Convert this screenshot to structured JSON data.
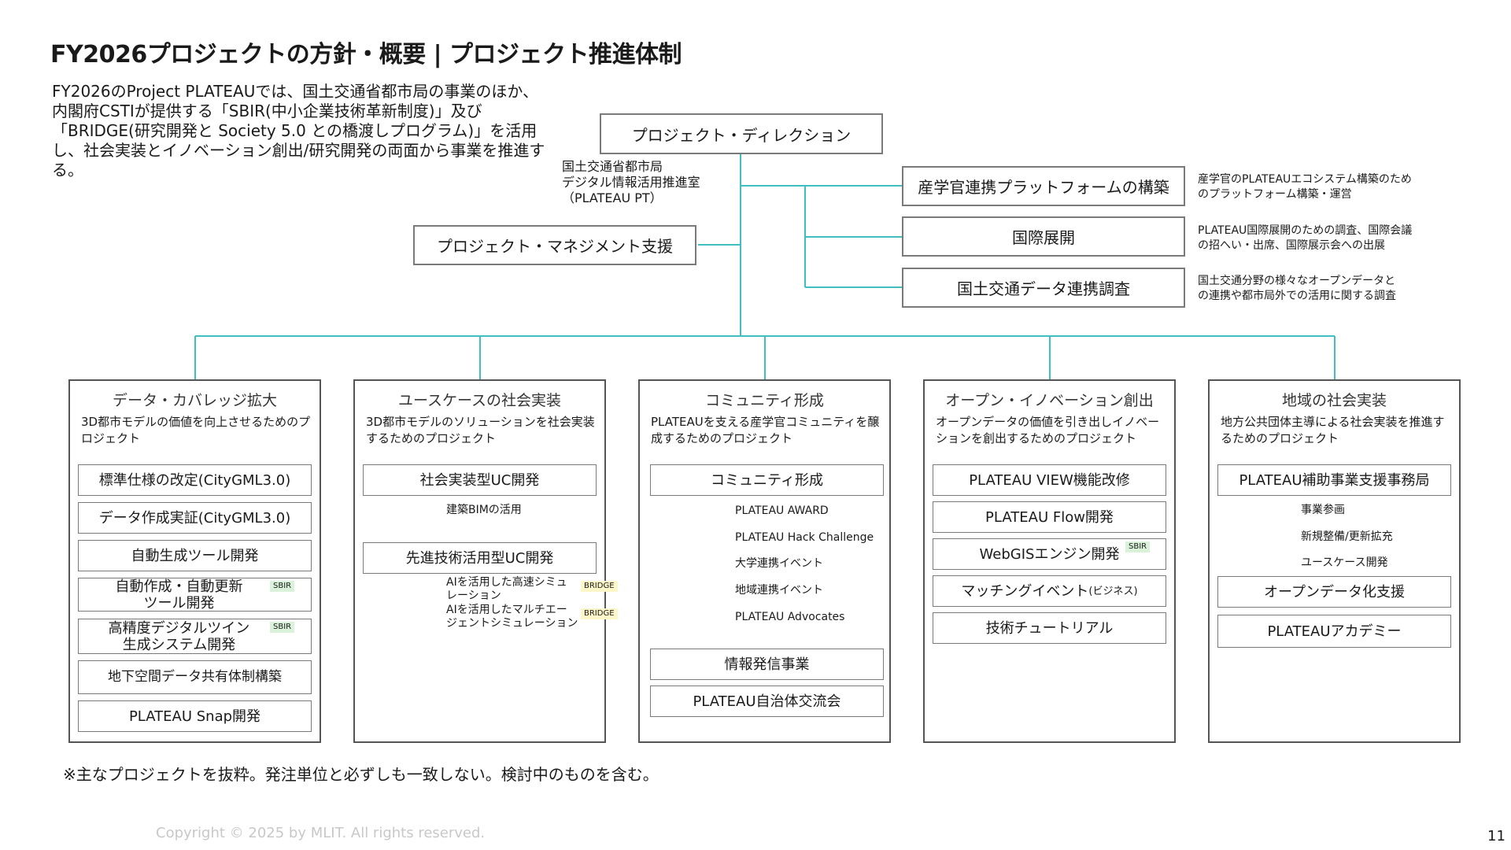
{
  "title": "FY2026プロジェクトの方針・概要 | プロジェクト推進体制",
  "intro": "FY2026のProject PLATEAUでは、国土交通省都市局の事業のほか、内閣府CSTIが提供する「SBIR(中小企業技術革新制度)」及び「BRIDGE(研究開発と Society 5.0 との橋渡しプログラム)」を活用し、社会実装とイノベーション創出/研究開発の両面から事業を推進する。",
  "top": {
    "direction": "プロジェクト・ディレクション",
    "owner_line1": "国土交通省都市局",
    "owner_line2": "デジタル情報活用推進室",
    "owner_line3": "（PLATEAU PT）",
    "management": "プロジェクト・マネジメント支援"
  },
  "right_items": [
    {
      "label": "産学官連携プラットフォームの構築",
      "desc1": "産学官のPLATEAUエコシステム構築のため",
      "desc2": "のプラットフォーム構築・運営"
    },
    {
      "label": "国際展開",
      "desc1": "PLATEAU国際展開のための調査、国際会議",
      "desc2": "の招へい・出席、国際展示会への出展"
    },
    {
      "label": "国土交通データ連携調査",
      "desc1": "国土交通分野の様々なオープンデータと",
      "desc2": "の連携や都市局外での活用に関する調査"
    }
  ],
  "panels": [
    {
      "title": "データ・カバレッジ拡大",
      "desc": "3D都市モデルの価値を向上させるためのプロジェクト",
      "items": [
        {
          "label": "標準仕様の改定(CityGML3.0)"
        },
        {
          "label": "データ作成実証(CityGML3.0)"
        },
        {
          "label": "自動生成ツール開発"
        },
        {
          "label": "自動作成・自動更新\nツール開発",
          "tag": "SBIR"
        },
        {
          "label": "高精度デジタルツイン\n生成システム開発",
          "tag": "SBIR"
        },
        {
          "label": "地下空間データ共有体制構築"
        },
        {
          "label": "PLATEAU Snap開発"
        }
      ]
    },
    {
      "title": "ユースケースの社会実装",
      "desc": "3D都市モデルのソリューションを社会実装するためのプロジェクト",
      "items": [
        {
          "label": "社会実装型UC開発"
        },
        {
          "label": "先進技術活用型UC開発"
        }
      ],
      "subs": [
        {
          "label": "建築BIMの活用"
        },
        {
          "label": "AIを活用した高速シミュ\nレーション",
          "tag": "BRIDGE"
        },
        {
          "label": "AIを活用したマルチエー\nジェントシミュレーション",
          "tag": "BRIDGE"
        }
      ]
    },
    {
      "title": "コミュニティ形成",
      "desc": "PLATEAUを支える産学官コミュニティを醸成するためのプロジェクト",
      "items": [
        {
          "label": "コミュニティ形成"
        },
        {
          "label": "情報発信事業"
        },
        {
          "label": "PLATEAU自治体交流会"
        }
      ],
      "subs": [
        {
          "label": "PLATEAU AWARD"
        },
        {
          "label": "PLATEAU Hack Challenge"
        },
        {
          "label": "大学連携イベント"
        },
        {
          "label": "地域連携イベント"
        },
        {
          "label": "PLATEAU Advocates"
        }
      ]
    },
    {
      "title": "オープン・イノベーション創出",
      "desc": "オープンデータの価値を引き出しイノベーションを創出するためのプロジェクト",
      "items": [
        {
          "label": "PLATEAU VIEW機能改修"
        },
        {
          "label": "PLATEAU Flow開発"
        },
        {
          "label": "WebGISエンジン開発",
          "tag": "SBIR"
        },
        {
          "label": "マッチングイベント",
          "small": "(ビジネス)"
        },
        {
          "label": "技術チュートリアル"
        }
      ]
    },
    {
      "title": "地域の社会実装",
      "desc": "地方公共団体主導による社会実装を推進するためのプロジェクト",
      "items": [
        {
          "label": "PLATEAU補助事業支援事務局"
        },
        {
          "label": "オープンデータ化支援"
        },
        {
          "label": "PLATEAUアカデミー"
        }
      ],
      "subs": [
        {
          "label": "事業参画"
        },
        {
          "label": "新規整備/更新拡充"
        },
        {
          "label": "ユースケース開発"
        }
      ]
    }
  ],
  "note": "※主なプロジェクトを抜粋。発注単位と必ずしも一致しない。検討中のものを含む。",
  "copyright": "Copyright © 2025 by MLIT. All rights reserved.",
  "page_number": "11",
  "colors": {
    "connector": "#3fbfbf",
    "border": "#7a7a7a",
    "sbir": "#d9f2d9",
    "bridge": "#fdf6c8"
  }
}
